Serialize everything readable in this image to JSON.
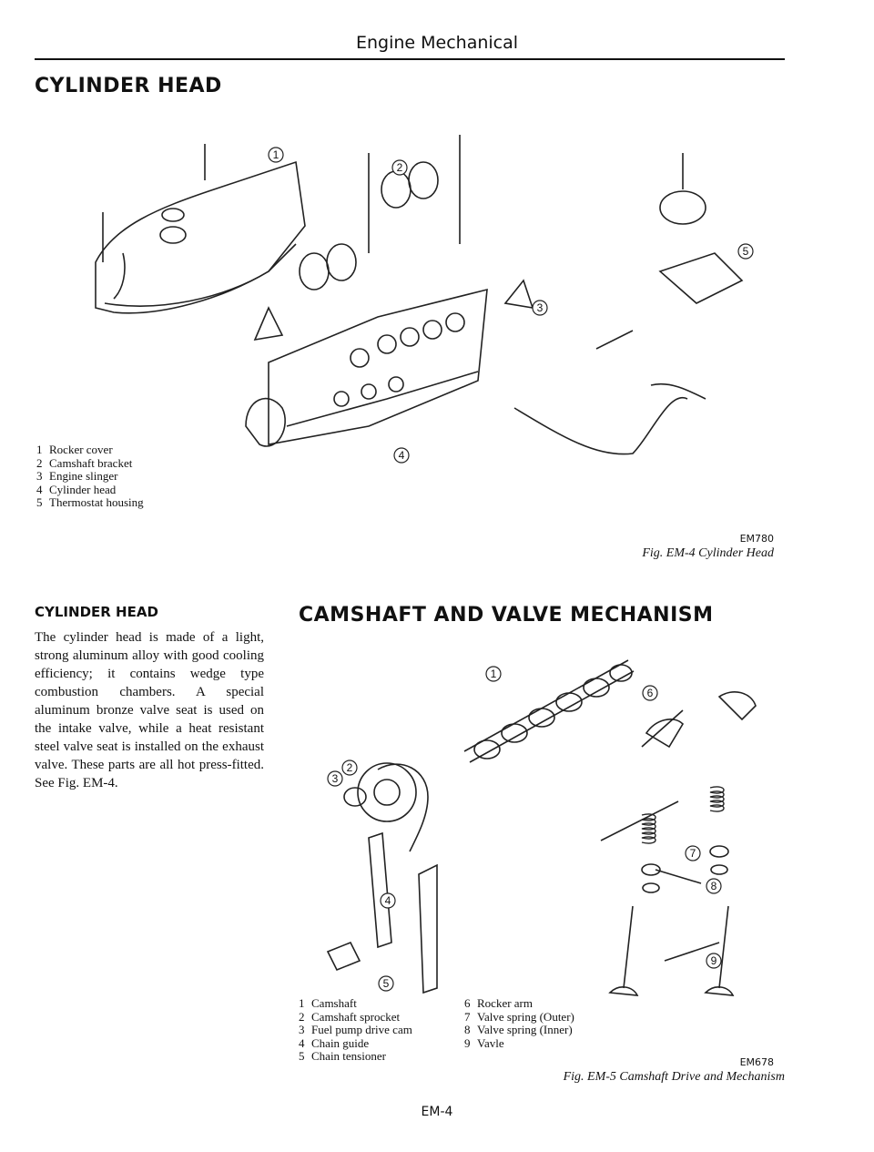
{
  "header": {
    "running_title": "Engine Mechanical",
    "section_title": "CYLINDER HEAD"
  },
  "fig1": {
    "legend": [
      {
        "num": "1",
        "label": "Rocker cover"
      },
      {
        "num": "2",
        "label": "Camshaft bracket"
      },
      {
        "num": "3",
        "label": "Engine slinger"
      },
      {
        "num": "4",
        "label": "Cylinder head"
      },
      {
        "num": "5",
        "label": "Thermostat housing"
      }
    ],
    "callouts": [
      "1",
      "2",
      "3",
      "4",
      "5"
    ],
    "code": "EM780",
    "caption": "Fig. EM-4 Cylinder Head"
  },
  "text": {
    "subhead": "CYLINDER HEAD",
    "body": "The cylinder head is made of a light, strong aluminum alloy with good cooling efficiency; it contains wedge type combustion chambers. A special aluminum bronze valve seat is used on the intake valve, while a heat resistant steel valve seat is installed on the exhaust valve. These parts are all hot press-fitted. See Fig. EM-4."
  },
  "fig2": {
    "heading": "CAMSHAFT AND VALVE MECHANISM",
    "legend_left": [
      {
        "num": "1",
        "label": "Camshaft"
      },
      {
        "num": "2",
        "label": "Camshaft sprocket"
      },
      {
        "num": "3",
        "label": "Fuel pump drive cam"
      },
      {
        "num": "4",
        "label": "Chain guide"
      },
      {
        "num": "5",
        "label": "Chain tensioner"
      }
    ],
    "legend_right": [
      {
        "num": "6",
        "label": "Rocker arm"
      },
      {
        "num": "7",
        "label": "Valve spring (Outer)"
      },
      {
        "num": "8",
        "label": "Valve spring (Inner)"
      },
      {
        "num": "9",
        "label": "Vavle"
      }
    ],
    "callouts": [
      "1",
      "2",
      "3",
      "4",
      "5",
      "6",
      "7",
      "8",
      "9"
    ],
    "code": "EM678",
    "caption": "Fig. EM-5 Camshaft Drive and Mechanism"
  },
  "footer": {
    "page_number": "EM-4"
  }
}
